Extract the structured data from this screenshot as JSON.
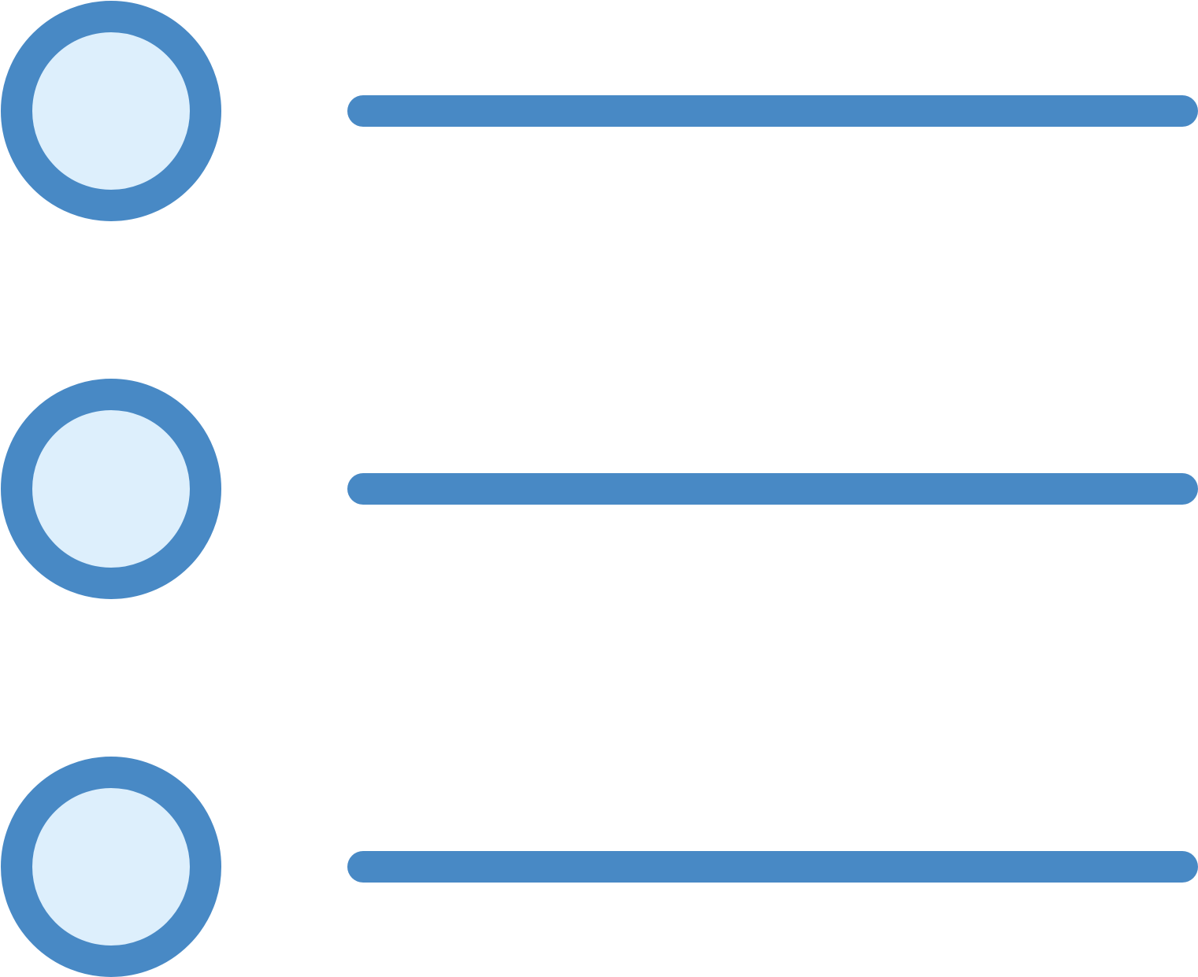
{
  "icon": {
    "name": "bulleted-list-icon",
    "colors": {
      "stroke": "#4889C5",
      "fill": "#DDEFFC",
      "background": "#FFFFFF"
    },
    "items": [
      {
        "name": "list-item-1"
      },
      {
        "name": "list-item-2"
      },
      {
        "name": "list-item-3"
      }
    ]
  }
}
